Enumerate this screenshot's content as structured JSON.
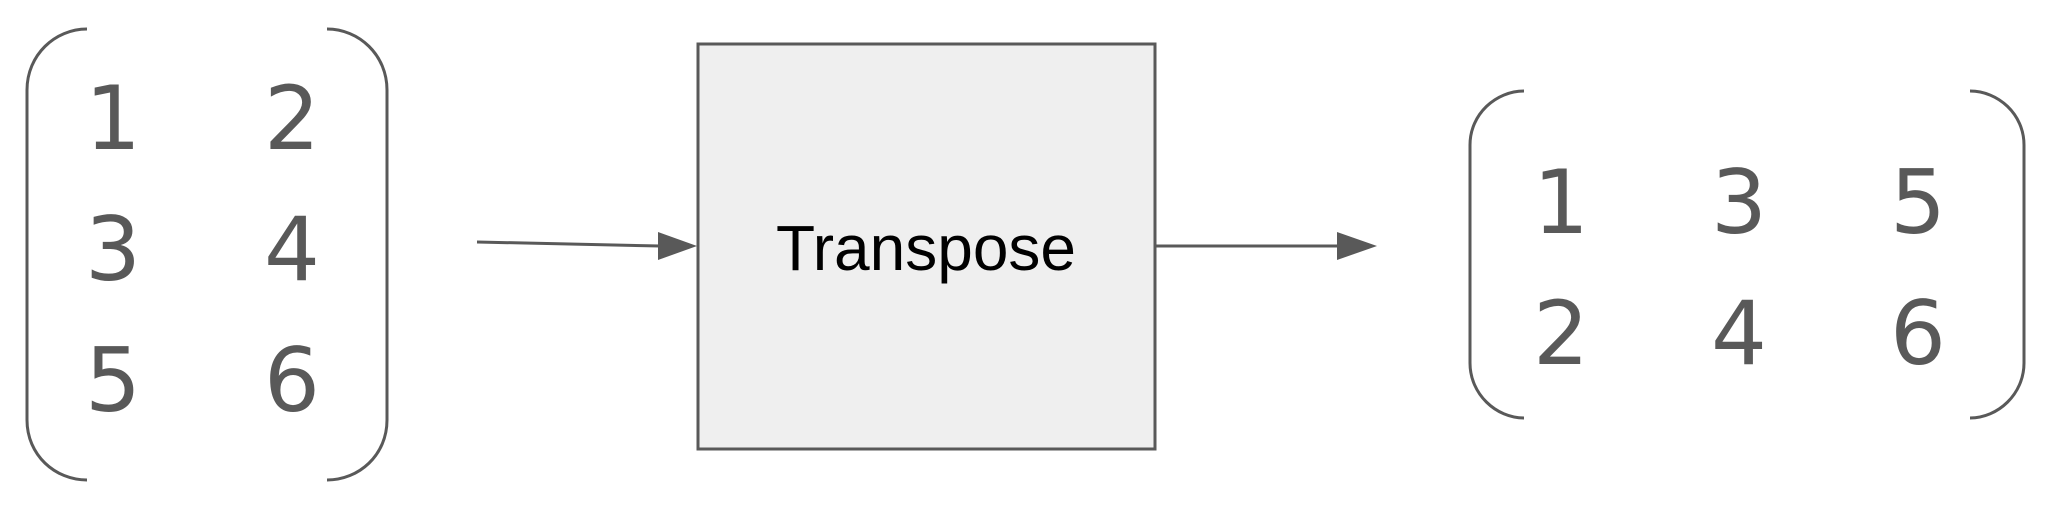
{
  "input_matrix": {
    "rows": [
      [
        "1",
        "2"
      ],
      [
        "3",
        "4"
      ],
      [
        "5",
        "6"
      ]
    ]
  },
  "operation": {
    "label": "Transpose"
  },
  "output_matrix": {
    "rows": [
      [
        "1",
        "3",
        "5"
      ],
      [
        "2",
        "4",
        "6"
      ]
    ]
  },
  "colors": {
    "stroke": "#595959",
    "box_fill": "#efefef",
    "text": "#000000"
  }
}
